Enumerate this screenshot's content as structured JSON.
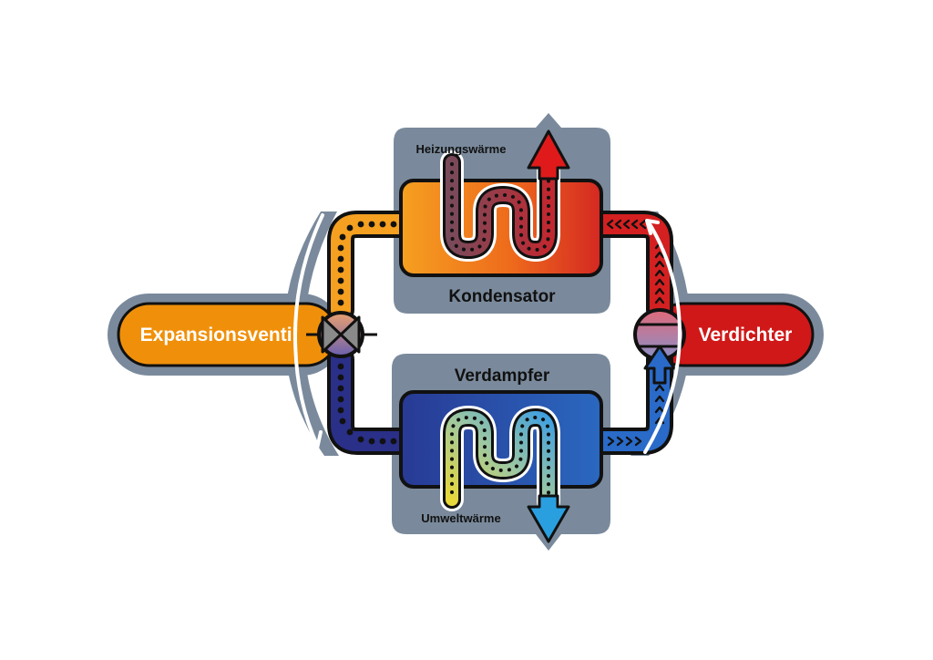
{
  "labels": {
    "expansion": "Expansionsventil",
    "compressor": "Verdichter",
    "condenser": "Kondensator",
    "evaporator": "Verdampfer",
    "heating_heat": "Heizungswärme",
    "ambient_heat": "Umweltwärme"
  },
  "colors": {
    "panel": "#7a8a9c",
    "outline": "#111111",
    "expansion": "#f0900a",
    "compressor": "#d01818",
    "hot_orange": "#f5a020",
    "hot_red": "#d42020",
    "cold_dark": "#2a3590",
    "cold_blue": "#2a70c8",
    "arrow_red": "#e01a1a",
    "arrow_blue": "#2a9fe0"
  }
}
